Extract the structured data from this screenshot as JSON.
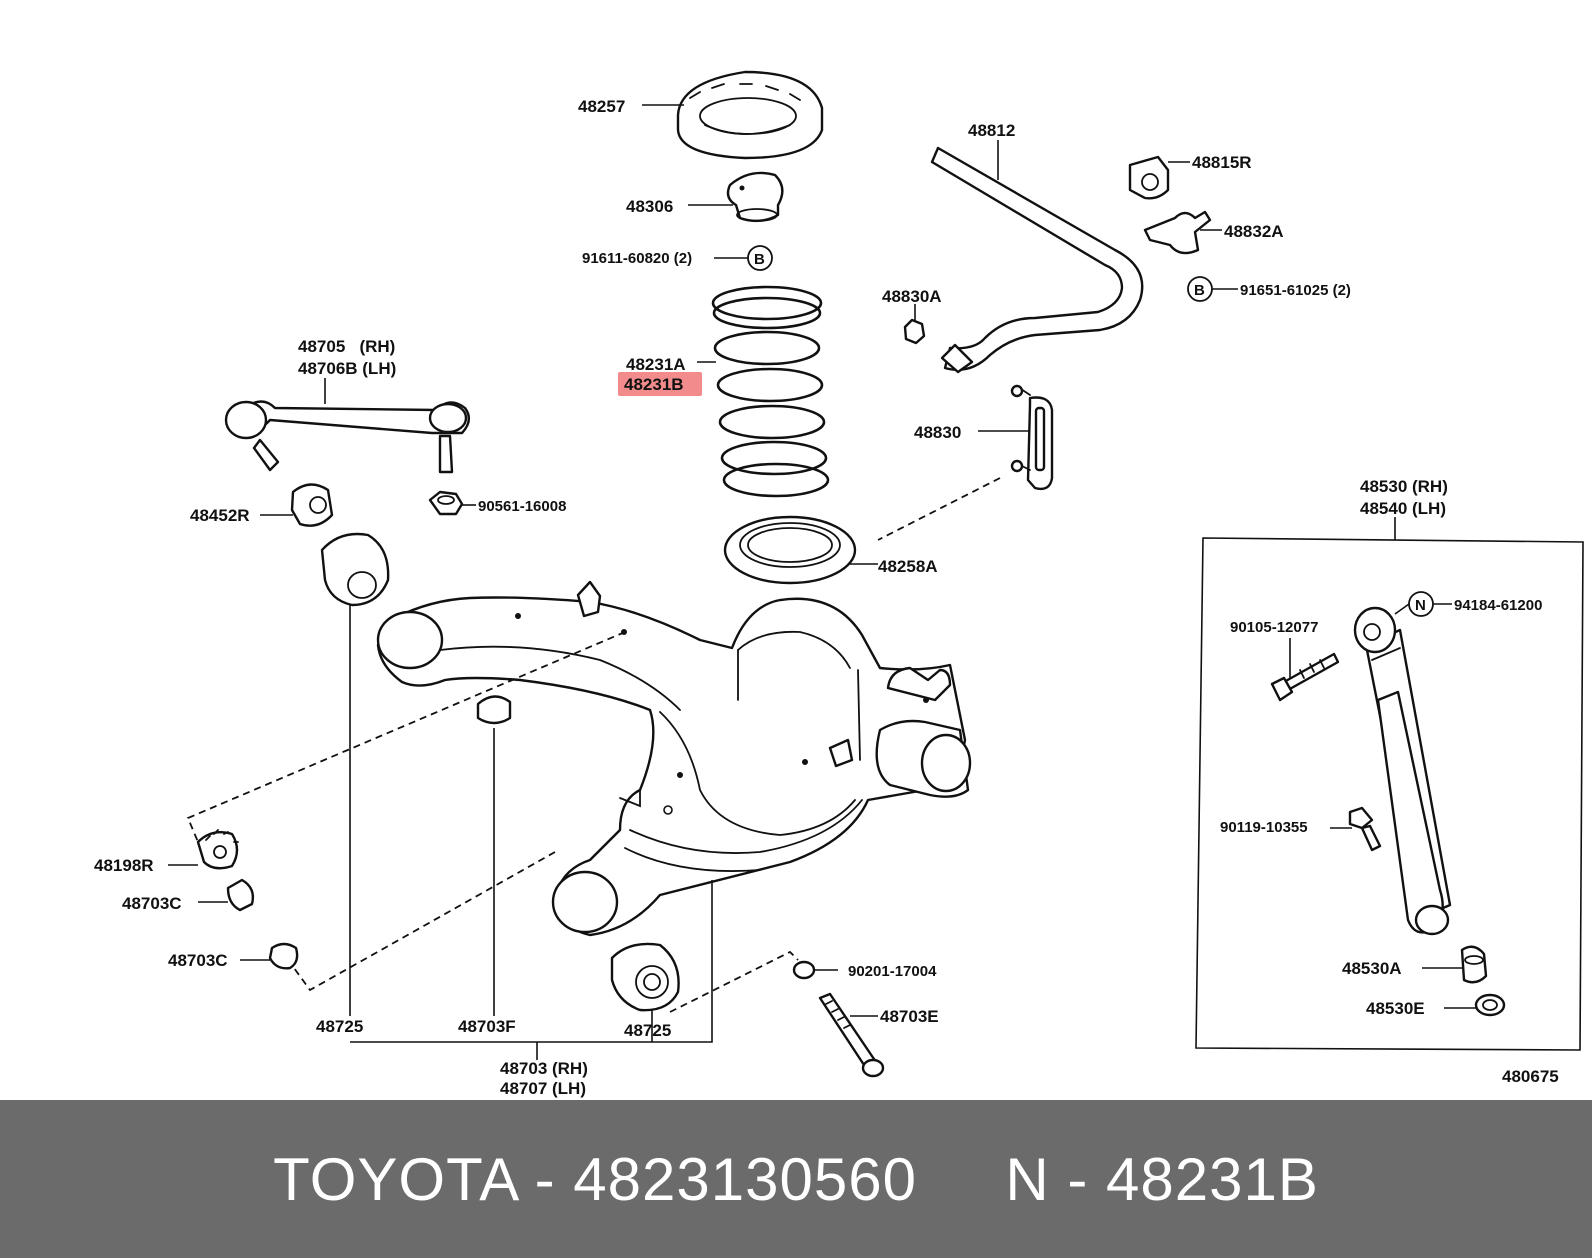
{
  "labels": {
    "upper_seat": "48257",
    "bump_stopper": "48306",
    "bolt_b_left": "91611-60820 (2)",
    "b_badge": "B",
    "spring_a": "48231A",
    "spring_b": "48231B",
    "stab_bar": "48812",
    "bushing_stab": "48815R",
    "bracket_stab": "48832A",
    "bolt_b_right": "91651-61025 (2)",
    "nut_link": "48830A",
    "stab_link": "48830",
    "lower_seat": "48258A",
    "lateral_rod_rh": "48705   (RH)",
    "lateral_rod_lh": "48706B (LH)",
    "bushing_left": "48452R",
    "nut_lateral": "90561-16008",
    "shock_rh": "48530 (RH)",
    "shock_lh": "48540 (LH)",
    "nut_n": "94184-61200",
    "n_badge": "N",
    "bolt_shock": "90105-12077",
    "bolt_shock_lower": "90119-10355",
    "cushion_shock": "48530A",
    "washer_shock": "48530E",
    "bushing_198": "48198R",
    "collar_703c_1": "48703C",
    "collar_703c_2": "48703C",
    "bushing_725_left": "48725",
    "stopper_703f": "48703F",
    "bushing_725_right": "48725",
    "arm_rh": "48703 (RH)",
    "arm_lh": "48707 (LH)",
    "washer_right": "90201-17004",
    "bolt_arm": "48703E",
    "figure_number": "480675"
  },
  "highlight_color": "#f28b8b",
  "footer": {
    "text": "TOYOTA - 4823130560     N - 48231B"
  }
}
